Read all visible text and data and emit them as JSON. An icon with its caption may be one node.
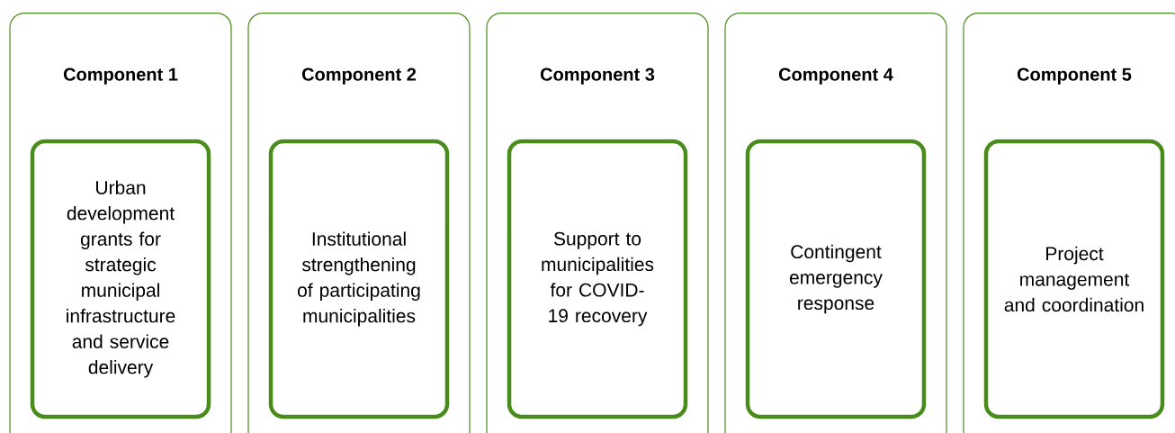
{
  "diagram": {
    "nodes": [
      {
        "text": [
          "Component 1"
        ]
      },
      {
        "text": [
          "Urban development grants for strategic municipal infrastructure and service delivery"
        ],
        "in": 0
      },
      {
        "text": [
          "Component 2"
        ]
      },
      {
        "text": [
          "Institutional strengthening of participating municipalities"
        ],
        "in": 2
      },
      {
        "text": [
          "Component 3"
        ]
      },
      {
        "text": [
          "Support to municipalities for COVID-19 recovery"
        ],
        "in": 4
      },
      {
        "text": [
          "Component 4"
        ]
      },
      {
        "text": [
          "Contingent emergency response"
        ],
        "in": 6
      },
      {
        "text": [
          "Component 5"
        ]
      },
      {
        "text": [
          "Project management and coordination"
        ],
        "in": 8
      }
    ]
  }
}
